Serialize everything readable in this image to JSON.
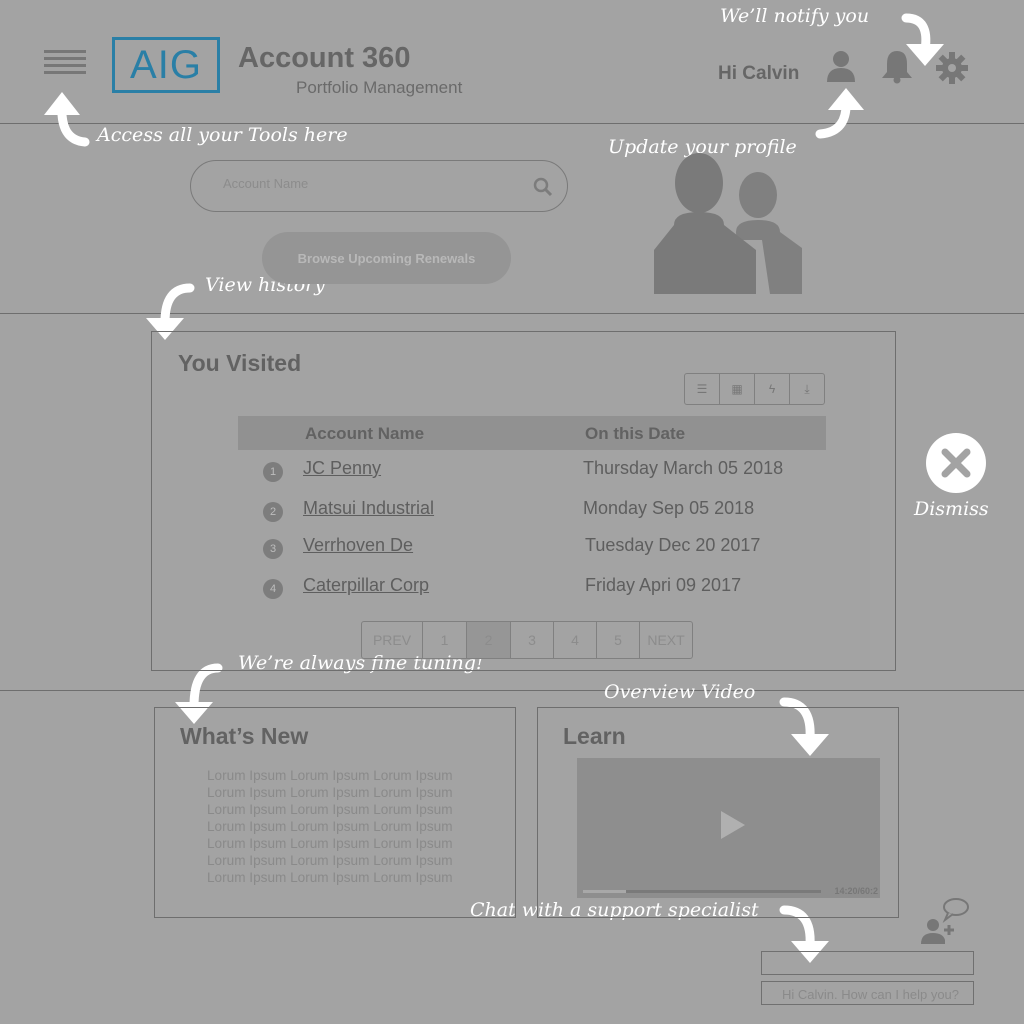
{
  "header": {
    "logo_text": "AIG",
    "app_title": "Account 360",
    "app_subtitle": "Portfolio Management",
    "greeting": "Hi Calvin"
  },
  "annotations": {
    "notify": "We’ll notify you",
    "tools": "Access all your Tools here",
    "profile": "Update your profile",
    "history": "View history",
    "dismiss": "Dismiss",
    "fine_tuning": "We’re always  fine tuning!",
    "overview_video": "Overview Video",
    "chat": "Chat with a support specialist"
  },
  "search": {
    "placeholder": "Account Name",
    "browse_button": "Browse Upcoming Renewals"
  },
  "visited": {
    "title": "You Visited",
    "toolbar_icons": [
      "list-icon",
      "grid-icon",
      "lightning-icon",
      "download-icon"
    ],
    "columns": [
      "Account Name",
      "On this Date"
    ],
    "rows": [
      {
        "num": "1",
        "account": "JC Penny ",
        "date": "Thursday March 05 2018"
      },
      {
        "num": "2",
        "account": "Matsui Industrial",
        "date": "Monday Sep 05 2018"
      },
      {
        "num": "3",
        "account": "Verrhoven De ",
        "date": "Tuesday Dec 20 2017"
      },
      {
        "num": "4",
        "account": "Caterpillar Corp",
        "date": "Friday Apri 09 2017"
      }
    ],
    "pager": [
      "PREV",
      "1",
      "2",
      "3",
      "4",
      "5",
      "NEXT"
    ],
    "current_page": "2"
  },
  "whats_new": {
    "title": "What’s New",
    "lines": [
      "Lorum Ipsum Lorum Ipsum Lorum Ipsum",
      "Lorum Ipsum Lorum Ipsum Lorum Ipsum",
      "Lorum Ipsum  Lorum Ipsum Lorum Ipsum",
      "Lorum Ipsum Lorum Ipsum Lorum Ipsum",
      "Lorum Ipsum Lorum Ipsum Lorum Ipsum",
      "Lorum Ipsum Lorum Ipsum Lorum Ipsum",
      "Lorum Ipsum Lorum Ipsum Lorum Ipsum"
    ]
  },
  "learn": {
    "title": "Learn",
    "video_time": "14:20/60:2",
    "video_progress": 0.18
  },
  "chat": {
    "placeholder": "Hi Calvin. How can I help you?"
  },
  "colors": {
    "background": "#a3a3a3",
    "brand": "#2a7fa6",
    "annotation": "#ffffff"
  }
}
